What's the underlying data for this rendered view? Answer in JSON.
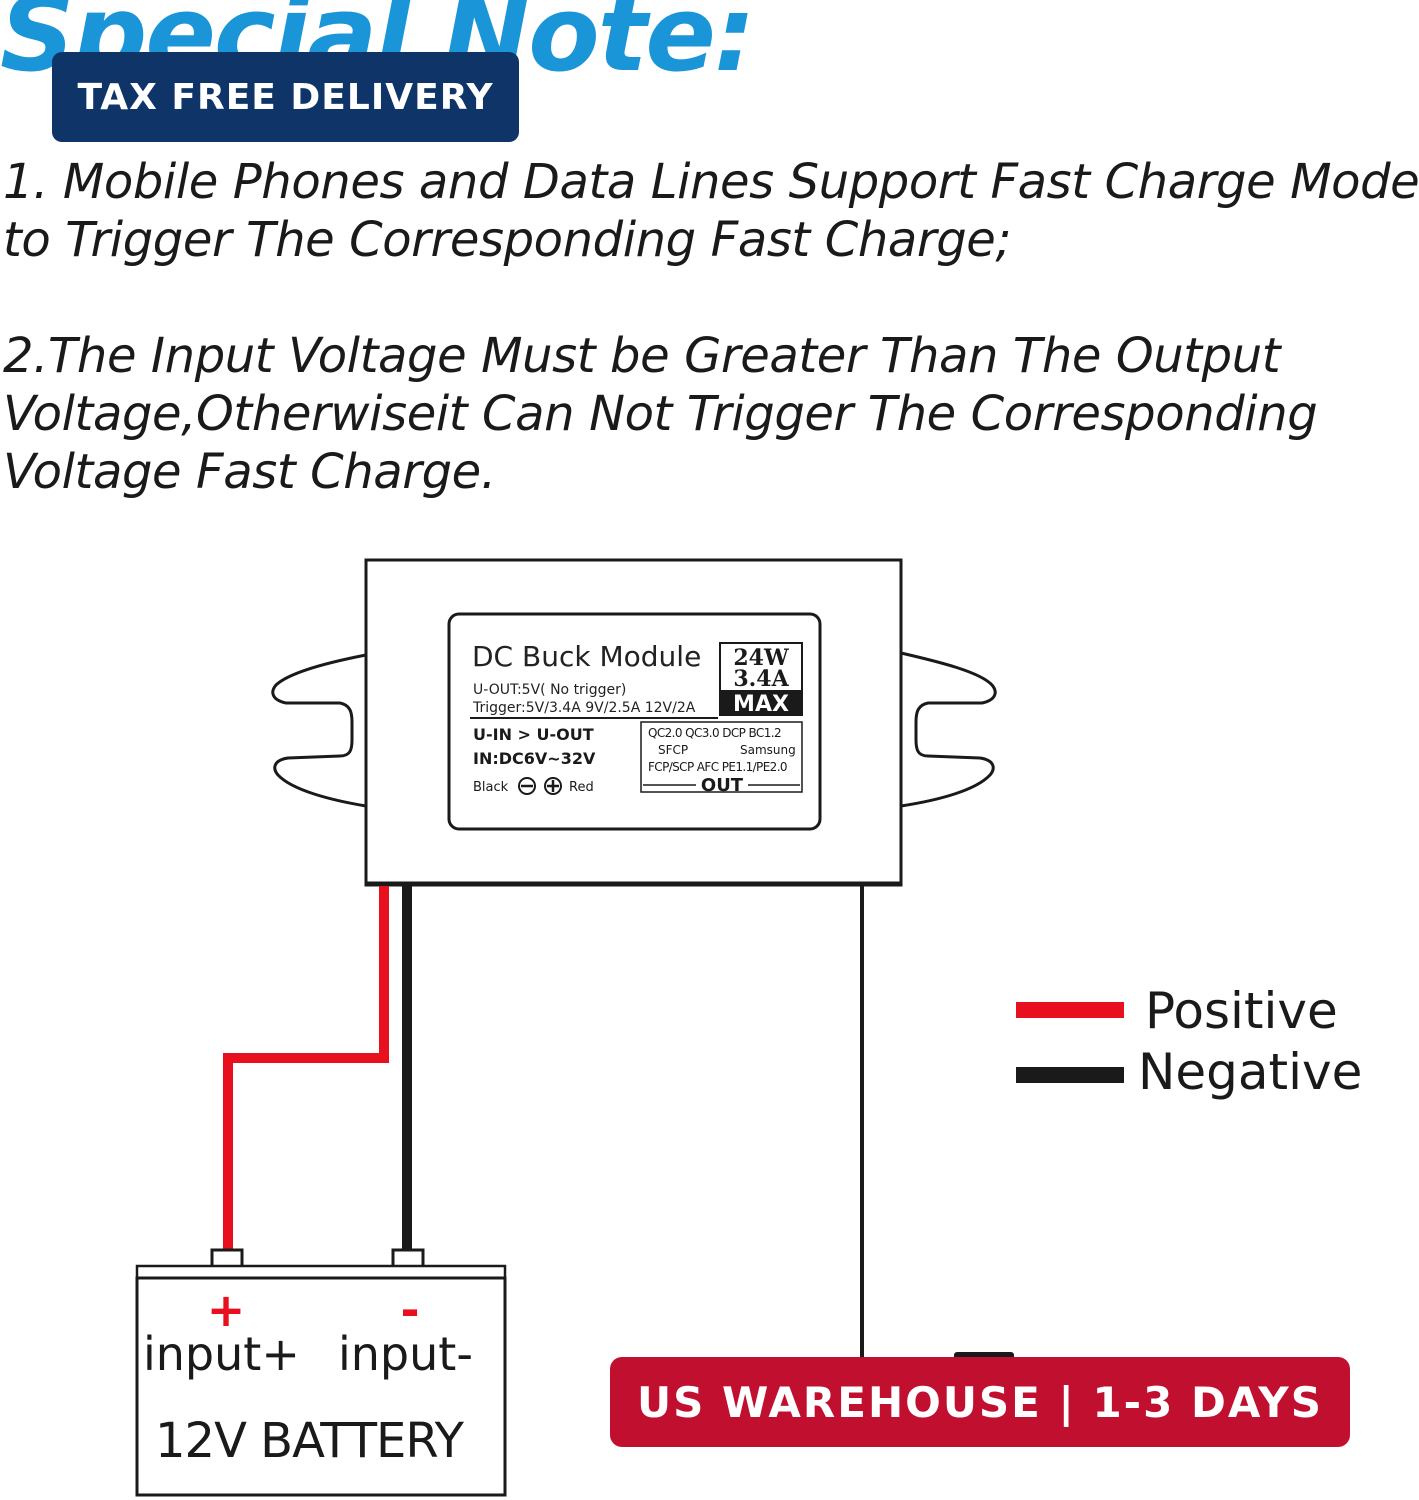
{
  "heading": "Special Note:",
  "badges": {
    "top": "TAX FREE DELIVERY",
    "bottom": "US WAREHOUSE | 1-3 DAYS"
  },
  "notes": {
    "note1": [
      "1. Mobile Phones and Data Lines Support Fast Charge Mode",
      "to Trigger The Corresponding Fast Charge;"
    ],
    "note2": [
      "2.The Input Voltage Must be Greater Than The Output",
      "Voltage,Otherwiseit Can Not Trigger The Corresponding",
      "Voltage Fast Charge."
    ]
  },
  "module": {
    "title": "DC Buck Module",
    "uout": "U-OUT:5V( No trigger)",
    "trigger": "Trigger:5V/3.4A  9V/2.5A 12V/2A",
    "rating_w": "24W",
    "rating_a": "3.4A",
    "rating_max": "MAX",
    "uin_uout": "U-IN > U-OUT",
    "in_range": "IN:DC6V~32V",
    "black": "Black",
    "red": "Red",
    "proto_line1": "QC2.0  QC3.0  DCP  BC1.2",
    "proto_sfcp": "SFCP",
    "proto_samsung": "Samsung",
    "proto_line3": "FCP/SCP AFC  PE1.1/PE2.0",
    "out": "OUT"
  },
  "battery": {
    "plus": "+",
    "minus": "-",
    "input_plus": "input+",
    "input_minus": "input-",
    "label": "12V BATTERY"
  },
  "legend": {
    "positive": "Positive",
    "negative": "Negative",
    "positive_color": "#e8101e",
    "negative_color": "#1a1a1a"
  }
}
